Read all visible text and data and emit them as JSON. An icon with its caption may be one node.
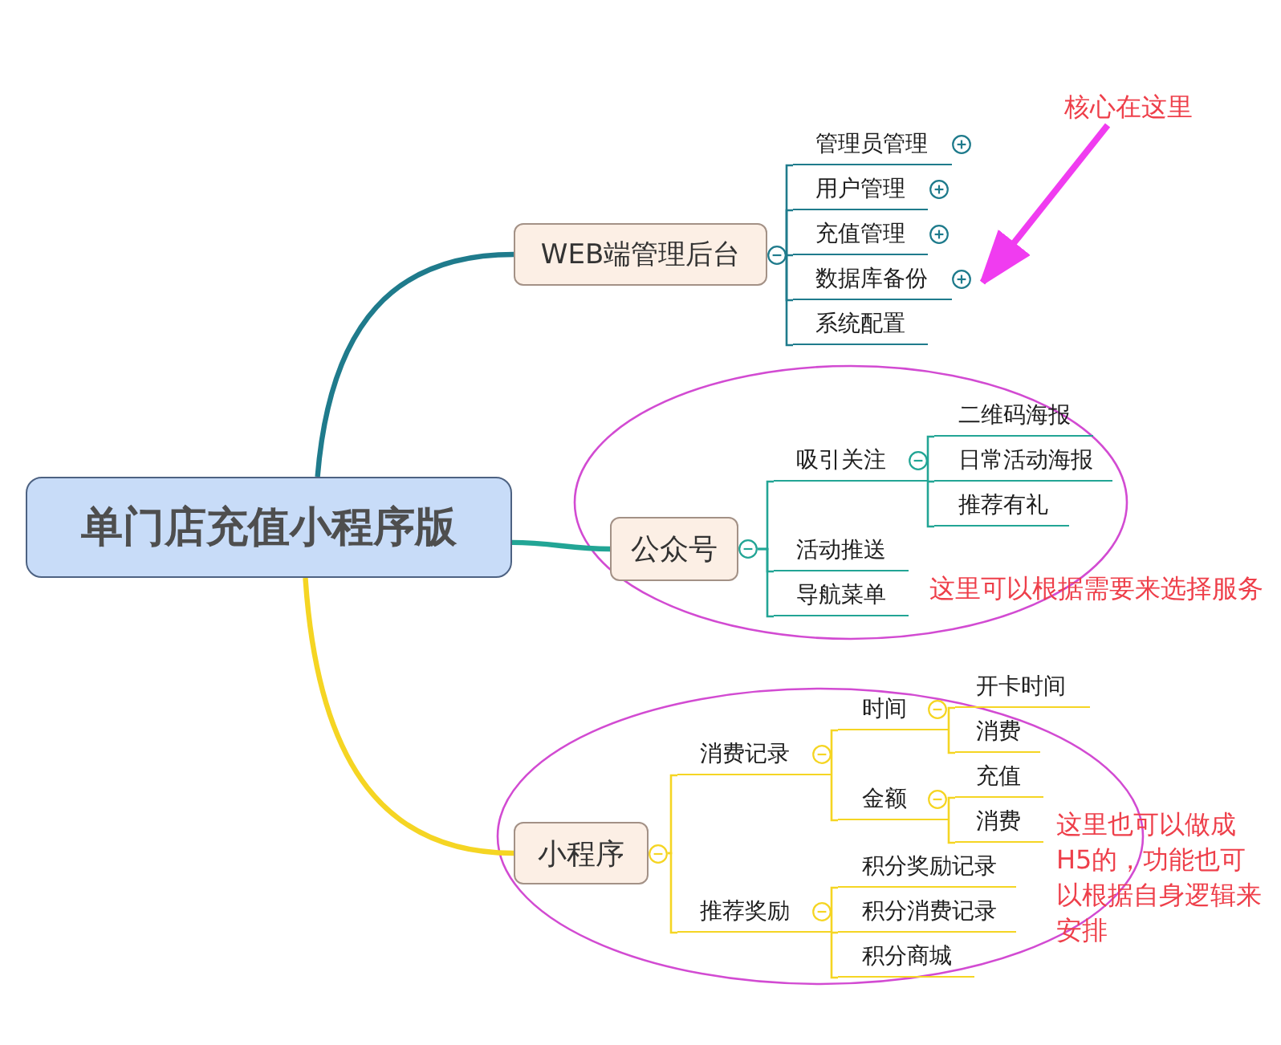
{
  "diagram": {
    "nodes": [
      {
        "text": [
          "单门店充值小程序版"
        ]
      },
      {
        "text": [
          "WEB端管理后台"
        ]
      },
      {
        "text": [
          "管理员管理"
        ]
      },
      {
        "text": [
          "用户管理"
        ]
      },
      {
        "text": [
          "充值管理"
        ]
      },
      {
        "text": [
          "数据库备份"
        ]
      },
      {
        "text": [
          "系统配置"
        ]
      },
      {
        "text": [
          "核心在这里"
        ]
      },
      {
        "text": [
          "公众号"
        ]
      },
      {
        "text": [
          "吸引关注"
        ]
      },
      {
        "text": [
          "二维码海报"
        ]
      },
      {
        "text": [
          "日常活动海报"
        ]
      },
      {
        "text": [
          "推荐有礼"
        ]
      },
      {
        "text": [
          "活动推送"
        ]
      },
      {
        "text": [
          "导航菜单"
        ]
      },
      {
        "text": [
          "小程序"
        ]
      },
      {
        "text": [
          "消费记录"
        ]
      },
      {
        "text": [
          "时间"
        ]
      },
      {
        "text": [
          "开卡时间"
        ]
      },
      {
        "text": [
          "消费"
        ]
      },
      {
        "text": [
          "金额"
        ]
      },
      {
        "text": [
          "充值"
        ]
      },
      {
        "text": [
          "消费"
        ]
      },
      {
        "text": [
          "推荐奖励"
        ]
      },
      {
        "text": [
          "积分奖励记录"
        ]
      },
      {
        "text": [
          "积分消费记录"
        ]
      },
      {
        "text": [
          "积分商城"
        ]
      }
    ],
    "edges": [
      {
        "from": 0,
        "to": 1,
        "arrow": "none",
        "style": "thick",
        "color": "#1f7b8c"
      },
      {
        "from": 0,
        "to": 8,
        "arrow": "none",
        "style": "thick",
        "color": "#22a595"
      },
      {
        "from": 0,
        "to": 15,
        "arrow": "none",
        "style": "thick"
      },
      {
        "from": 1,
        "to": 2,
        "arrow": "none",
        "color": "#1f7b8c"
      },
      {
        "from": 1,
        "to": 3,
        "arrow": "none",
        "color": "#1f7b8c"
      },
      {
        "from": 1,
        "to": 4,
        "arrow": "none",
        "color": "#1f7b8c"
      },
      {
        "from": 1,
        "to": 5,
        "arrow": "none",
        "color": "#1f7b8c"
      },
      {
        "from": 1,
        "to": 6,
        "arrow": "none",
        "color": "#1f7b8c"
      },
      {
        "from": 7,
        "to": 5,
        "arrow": "to",
        "style": "thick",
        "color": "#f03cf0"
      },
      {
        "from": 8,
        "to": 9,
        "arrow": "none",
        "color": "#22a595"
      },
      {
        "from": 8,
        "to": 13,
        "arrow": "none",
        "color": "#22a595"
      },
      {
        "from": 8,
        "to": 14,
        "arrow": "none",
        "color": "#22a595"
      },
      {
        "from": 9,
        "to": 10,
        "arrow": "none",
        "color": "#22a595"
      },
      {
        "from": 9,
        "to": 11,
        "arrow": "none",
        "color": "#22a595"
      },
      {
        "from": 9,
        "to": 12,
        "arrow": "none",
        "color": "#22a595"
      },
      {
        "from": 15,
        "to": 16,
        "arrow": "none"
      },
      {
        "from": 15,
        "to": 23,
        "arrow": "none"
      },
      {
        "from": 16,
        "to": 17,
        "arrow": "none"
      },
      {
        "from": 16,
        "to": 20,
        "arrow": "none"
      },
      {
        "from": 17,
        "to": 18,
        "arrow": "none"
      },
      {
        "from": 17,
        "to": 19,
        "arrow": "none"
      },
      {
        "from": 20,
        "to": 21,
        "arrow": "none"
      },
      {
        "from": 20,
        "to": 22,
        "arrow": "none"
      },
      {
        "from": 23,
        "to": 24,
        "arrow": "none"
      },
      {
        "from": 23,
        "to": 25,
        "arrow": "none"
      },
      {
        "from": 23,
        "to": 26,
        "arrow": "none"
      }
    ],
    "labels": [
      "这里可以根据需要来选择服务",
      "这里也可以做成H5的，功能也可以根据自身逻辑来安排"
    ]
  }
}
